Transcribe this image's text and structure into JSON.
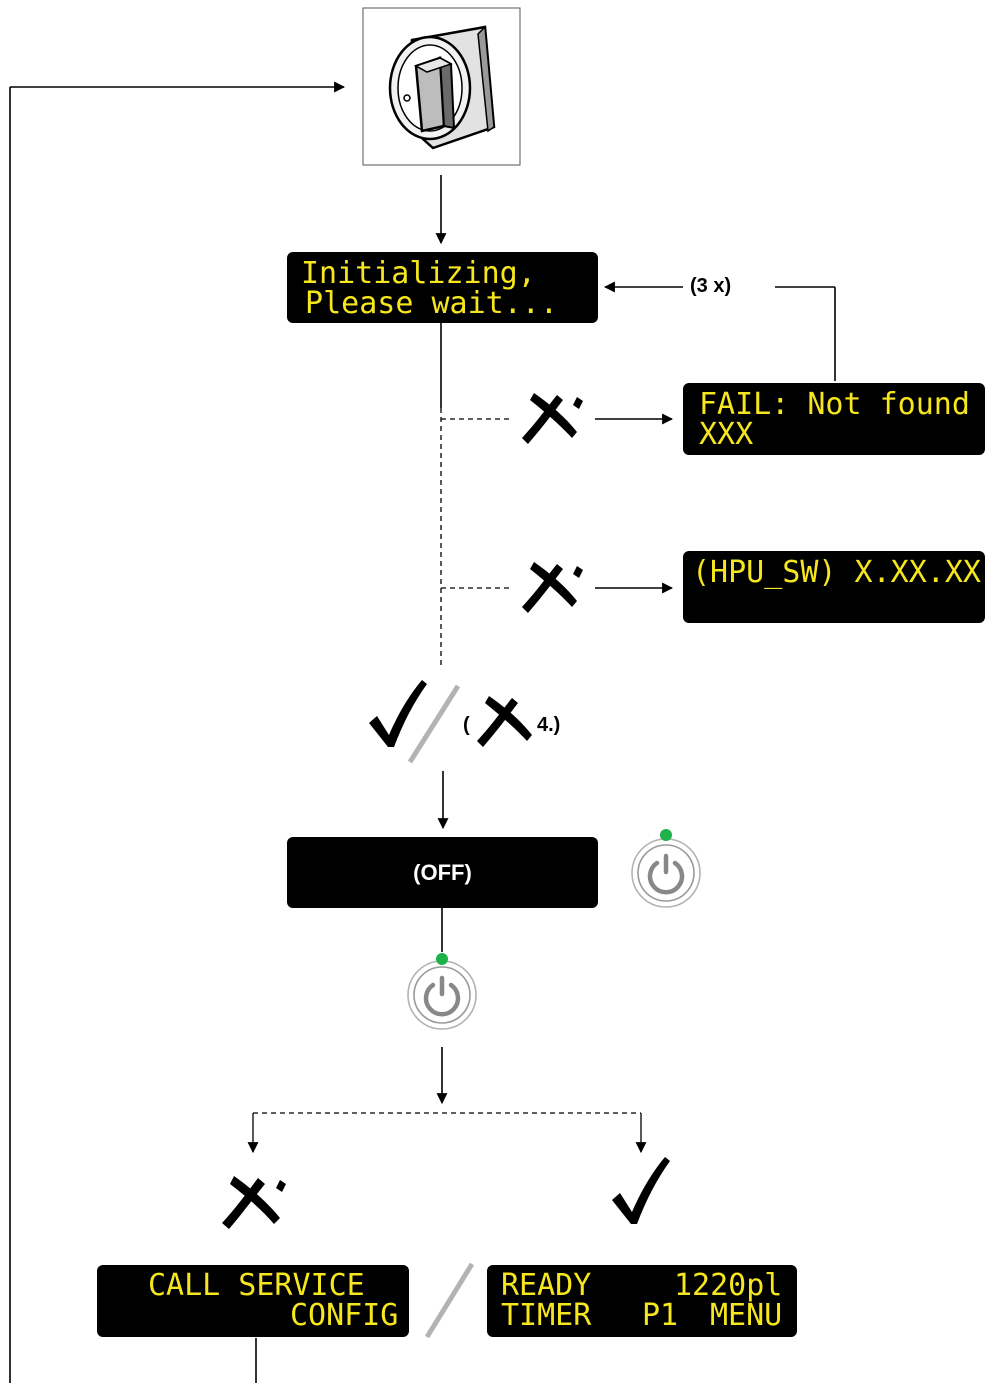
{
  "displays": {
    "init": {
      "line1": "Initializing,",
      "line2": " Please wait..."
    },
    "fail": {
      "line1": "FAIL: Not found",
      "line2": "XXX"
    },
    "hpu": {
      "line1": "(HPU_SW) X.XX.XX",
      "line2": ""
    },
    "off": {
      "text": "(OFF)"
    },
    "call_service": {
      "line1": "CALL SERVICE",
      "line2": "CONFIG"
    },
    "ready": {
      "line1": {
        "left": "READY",
        "right": "1220pl"
      },
      "line2": {
        "left": "TIMER",
        "mid": "P1",
        "right": "MENU"
      }
    }
  },
  "labels": {
    "retry": "(3 x)",
    "paren_open": "(",
    "step_ref": "4.)"
  },
  "icons": {
    "main_switch": "rotary-main-switch-icon",
    "power_button": "power-button-icon",
    "ok": "check-mark-icon",
    "fail": "cross-mark-icon"
  },
  "colors": {
    "lcd_background": "#000000",
    "lcd_text": "#f5e61d",
    "status_led": "#1db34a",
    "separator": "#b3b3b3"
  }
}
